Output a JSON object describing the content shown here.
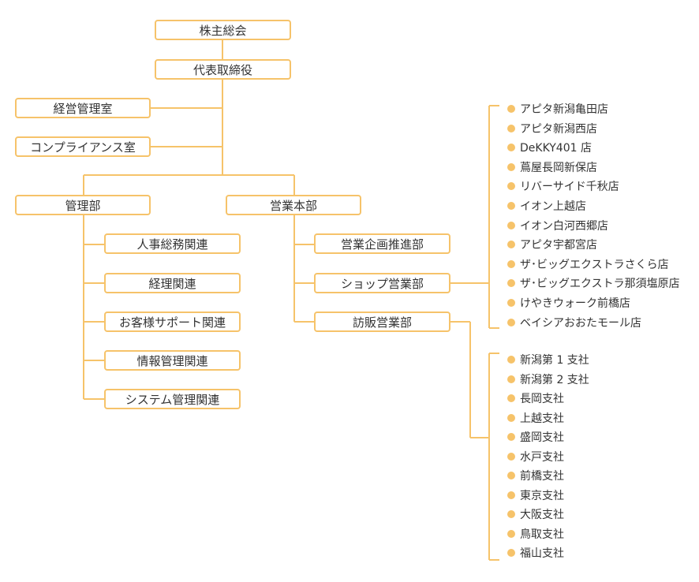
{
  "org": {
    "shareholders": "株主総会",
    "ceo": "代表取締役",
    "management_office": "経営管理室",
    "compliance_office": "コンプライアンス室",
    "admin_dept": "管理部",
    "sales_hq": "営業本部",
    "admin_subs": [
      "人事総務関連",
      "経理関連",
      "お客様サポート関連",
      "情報管理関連",
      "システム管理関連"
    ],
    "sales_subs": [
      "営業企画推進部",
      "ショップ営業部",
      "訪販営業部"
    ]
  },
  "shops": [
    "アピタ新潟亀田店",
    "アピタ新潟西店",
    "DeKKY401 店",
    "蔦屋長岡新保店",
    "リバーサイド千秋店",
    "イオン上越店",
    "イオン白河西郷店",
    "アピタ宇都宮店",
    "ザ･ビッグエクストラさくら店",
    "ザ･ビッグエクストラ那須塩原店",
    "けやきウォーク前橋店",
    "ベイシアおおたモール店"
  ],
  "branches": [
    "新潟第 1 支社",
    "新潟第 2 支社",
    "長岡支社",
    "上越支社",
    "盛岡支社",
    "水戸支社",
    "前橋支社",
    "東京支社",
    "大阪支社",
    "鳥取支社",
    "福山支社"
  ],
  "colors": {
    "accent": "#f6c36a",
    "text": "#333333"
  }
}
